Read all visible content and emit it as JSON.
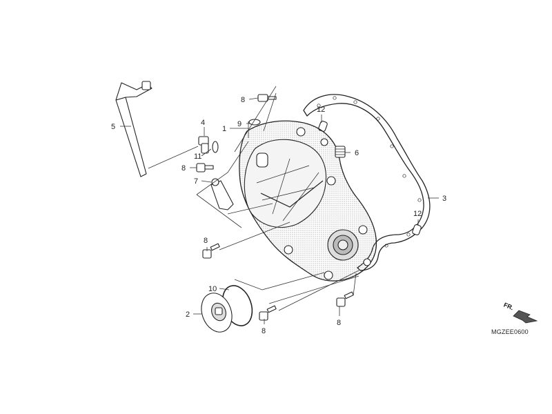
{
  "diagram": {
    "code": "MGZEE0600",
    "direction_label": "FR.",
    "callouts": [
      {
        "id": "c1",
        "text": "1"
      },
      {
        "id": "c2",
        "text": "2"
      },
      {
        "id": "c3",
        "text": "3"
      },
      {
        "id": "c4",
        "text": "4"
      },
      {
        "id": "c5",
        "text": "5"
      },
      {
        "id": "c6",
        "text": "6"
      },
      {
        "id": "c7",
        "text": "7"
      },
      {
        "id": "c8a",
        "text": "8"
      },
      {
        "id": "c8b",
        "text": "8"
      },
      {
        "id": "c8c",
        "text": "8"
      },
      {
        "id": "c8d",
        "text": "8"
      },
      {
        "id": "c8e",
        "text": "8"
      },
      {
        "id": "c9",
        "text": "9"
      },
      {
        "id": "c10",
        "text": "10"
      },
      {
        "id": "c11",
        "text": "11"
      },
      {
        "id": "c12a",
        "text": "12"
      },
      {
        "id": "c12b",
        "text": "12"
      }
    ]
  }
}
